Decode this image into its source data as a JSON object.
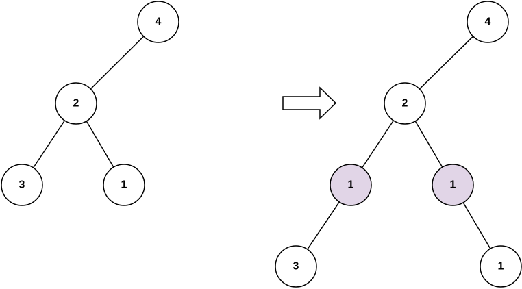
{
  "colors": {
    "node_fill": "#ffffff",
    "inserted_node_fill": "#e1d5e7",
    "stroke": "#000000"
  },
  "before_tree": {
    "nodes": [
      {
        "id": "b4",
        "label": "4",
        "inserted": false
      },
      {
        "id": "b2",
        "label": "2",
        "inserted": false
      },
      {
        "id": "b3",
        "label": "3",
        "inserted": false
      },
      {
        "id": "b1",
        "label": "1",
        "inserted": false
      }
    ],
    "edges": [
      [
        "b4",
        "b2"
      ],
      [
        "b2",
        "b3"
      ],
      [
        "b2",
        "b1"
      ]
    ]
  },
  "transform_arrow": {
    "icon": "right-outline-arrow-icon"
  },
  "after_tree": {
    "nodes": [
      {
        "id": "a4",
        "label": "4",
        "inserted": false
      },
      {
        "id": "a2",
        "label": "2",
        "inserted": false
      },
      {
        "id": "a1l",
        "label": "1",
        "inserted": true
      },
      {
        "id": "a1r",
        "label": "1",
        "inserted": true
      },
      {
        "id": "a3",
        "label": "3",
        "inserted": false
      },
      {
        "id": "a1b",
        "label": "1",
        "inserted": false
      }
    ],
    "edges": [
      [
        "a4",
        "a2"
      ],
      [
        "a2",
        "a1l"
      ],
      [
        "a2",
        "a1r"
      ],
      [
        "a1l",
        "a3"
      ],
      [
        "a1r",
        "a1b"
      ]
    ]
  }
}
